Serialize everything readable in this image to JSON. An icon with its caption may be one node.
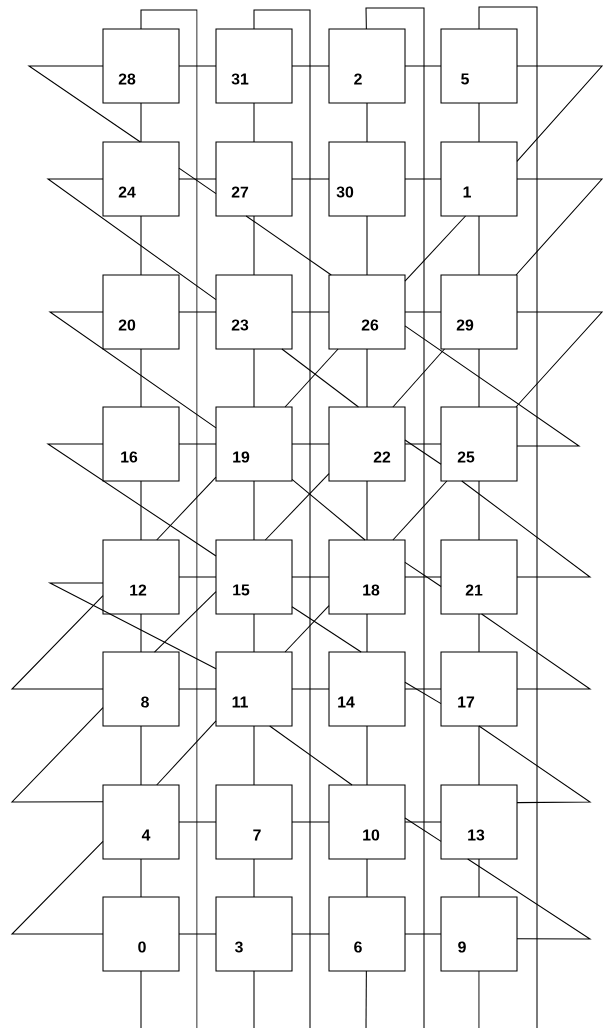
{
  "diagram": {
    "nodes": [
      {
        "text": [
          "28"
        ]
      },
      {
        "text": [
          "31"
        ]
      },
      {
        "text": [
          "2"
        ]
      },
      {
        "text": [
          "5"
        ]
      },
      {
        "text": [
          "24"
        ]
      },
      {
        "text": [
          "27"
        ]
      },
      {
        "text": [
          "30"
        ]
      },
      {
        "text": [
          "1"
        ]
      },
      {
        "text": [
          "20"
        ]
      },
      {
        "text": [
          "23"
        ]
      },
      {
        "text": [
          "26"
        ]
      },
      {
        "text": [
          "29"
        ]
      },
      {
        "text": [
          "16"
        ]
      },
      {
        "text": [
          "19"
        ]
      },
      {
        "text": [
          "22"
        ]
      },
      {
        "text": [
          "25"
        ]
      },
      {
        "text": [
          "12"
        ]
      },
      {
        "text": [
          "15"
        ]
      },
      {
        "text": [
          "18"
        ]
      },
      {
        "text": [
          "21"
        ]
      },
      {
        "text": [
          "8"
        ]
      },
      {
        "text": [
          "11"
        ]
      },
      {
        "text": [
          "14"
        ]
      },
      {
        "text": [
          "17"
        ]
      },
      {
        "text": [
          "4"
        ]
      },
      {
        "text": [
          "7"
        ]
      },
      {
        "text": [
          "10"
        ]
      },
      {
        "text": [
          "13"
        ]
      },
      {
        "text": [
          "0"
        ]
      },
      {
        "text": [
          "3"
        ]
      },
      {
        "text": [
          "6"
        ]
      },
      {
        "text": [
          "9"
        ]
      }
    ],
    "edges": [
      {
        "from": 0,
        "to": 1,
        "arrow": "none"
      },
      {
        "from": 1,
        "to": 2,
        "arrow": "none"
      },
      {
        "from": 2,
        "to": 3,
        "arrow": "none"
      },
      {
        "from": 4,
        "to": 5,
        "arrow": "none"
      },
      {
        "from": 5,
        "to": 6,
        "arrow": "none"
      },
      {
        "from": 6,
        "to": 7,
        "arrow": "none"
      },
      {
        "from": 8,
        "to": 9,
        "arrow": "none"
      },
      {
        "from": 9,
        "to": 10,
        "arrow": "none"
      },
      {
        "from": 10,
        "to": 11,
        "arrow": "none"
      },
      {
        "from": 12,
        "to": 13,
        "arrow": "none"
      },
      {
        "from": 13,
        "to": 14,
        "arrow": "none"
      },
      {
        "from": 14,
        "to": 15,
        "arrow": "none"
      },
      {
        "from": 16,
        "to": 17,
        "arrow": "none"
      },
      {
        "from": 17,
        "to": 18,
        "arrow": "none"
      },
      {
        "from": 18,
        "to": 19,
        "arrow": "none"
      },
      {
        "from": 20,
        "to": 21,
        "arrow": "none"
      },
      {
        "from": 21,
        "to": 22,
        "arrow": "none"
      },
      {
        "from": 22,
        "to": 23,
        "arrow": "none"
      },
      {
        "from": 24,
        "to": 25,
        "arrow": "none"
      },
      {
        "from": 25,
        "to": 26,
        "arrow": "none"
      },
      {
        "from": 26,
        "to": 27,
        "arrow": "none"
      },
      {
        "from": 28,
        "to": 29,
        "arrow": "none"
      },
      {
        "from": 29,
        "to": 30,
        "arrow": "none"
      },
      {
        "from": 30,
        "to": 31,
        "arrow": "none"
      },
      {
        "from": 0,
        "to": 4,
        "arrow": "none"
      },
      {
        "from": 1,
        "to": 5,
        "arrow": "none"
      },
      {
        "from": 2,
        "to": 6,
        "arrow": "none"
      },
      {
        "from": 3,
        "to": 7,
        "arrow": "none"
      },
      {
        "from": 4,
        "to": 8,
        "arrow": "none"
      },
      {
        "from": 5,
        "to": 9,
        "arrow": "none"
      },
      {
        "from": 6,
        "to": 10,
        "arrow": "none"
      },
      {
        "from": 7,
        "to": 11,
        "arrow": "none"
      },
      {
        "from": 8,
        "to": 12,
        "arrow": "none"
      },
      {
        "from": 9,
        "to": 13,
        "arrow": "none"
      },
      {
        "from": 10,
        "to": 14,
        "arrow": "none"
      },
      {
        "from": 11,
        "to": 15,
        "arrow": "none"
      },
      {
        "from": 12,
        "to": 16,
        "arrow": "none"
      },
      {
        "from": 13,
        "to": 17,
        "arrow": "none"
      },
      {
        "from": 14,
        "to": 18,
        "arrow": "none"
      },
      {
        "from": 15,
        "to": 19,
        "arrow": "none"
      },
      {
        "from": 16,
        "to": 20,
        "arrow": "none"
      },
      {
        "from": 17,
        "to": 21,
        "arrow": "none"
      },
      {
        "from": 18,
        "to": 22,
        "arrow": "none"
      },
      {
        "from": 19,
        "to": 23,
        "arrow": "none"
      },
      {
        "from": 20,
        "to": 24,
        "arrow": "none"
      },
      {
        "from": 21,
        "to": 25,
        "arrow": "none"
      },
      {
        "from": 22,
        "to": 26,
        "arrow": "none"
      },
      {
        "from": 23,
        "to": 27,
        "arrow": "none"
      },
      {
        "from": 24,
        "to": 28,
        "arrow": "none"
      },
      {
        "from": 25,
        "to": 29,
        "arrow": "none"
      },
      {
        "from": 26,
        "to": 30,
        "arrow": "none"
      },
      {
        "from": 27,
        "to": 31,
        "arrow": "none"
      },
      {
        "from": 0,
        "to": null,
        "arrow": "none"
      },
      {
        "from": 1,
        "to": null,
        "arrow": "none"
      },
      {
        "from": 2,
        "to": null,
        "arrow": "none"
      },
      {
        "from": 3,
        "to": null,
        "arrow": "none"
      },
      {
        "from": 28,
        "to": null,
        "arrow": "none"
      },
      {
        "from": 29,
        "to": null,
        "arrow": "none"
      },
      {
        "from": 30,
        "to": null,
        "arrow": "none"
      },
      {
        "from": 31,
        "to": null,
        "arrow": "none"
      },
      {
        "from": 0,
        "to": 4,
        "arrow": "none"
      },
      {
        "from": 4,
        "to": 5,
        "arrow": "none"
      },
      {
        "from": 5,
        "to": 10,
        "arrow": "none"
      },
      {
        "from": 4,
        "to": 9,
        "arrow": "none"
      },
      {
        "from": 9,
        "to": 14,
        "arrow": "none"
      },
      {
        "from": 8,
        "to": 13,
        "arrow": "none"
      },
      {
        "from": 13,
        "to": 18,
        "arrow": "none"
      },
      {
        "from": 10,
        "to": 15,
        "arrow": "none"
      },
      {
        "from": 14,
        "to": 15,
        "arrow": "none"
      },
      {
        "from": 15,
        "to": 19,
        "arrow": "none"
      },
      {
        "from": 12,
        "to": 17,
        "arrow": "none"
      },
      {
        "from": 17,
        "to": 22,
        "arrow": "none"
      },
      {
        "from": 18,
        "to": 19,
        "arrow": "none"
      },
      {
        "from": 19,
        "to": 23,
        "arrow": "none"
      },
      {
        "from": 16,
        "to": 21,
        "arrow": "none"
      },
      {
        "from": 21,
        "to": 26,
        "arrow": "none"
      },
      {
        "from": 22,
        "to": 23,
        "arrow": "none"
      },
      {
        "from": 23,
        "to": 27,
        "arrow": "none"
      },
      {
        "from": 26,
        "to": 27,
        "arrow": "none"
      },
      {
        "from": 27,
        "to": 31,
        "arrow": "none"
      },
      {
        "from": 3,
        "to": 7,
        "arrow": "none"
      },
      {
        "from": 7,
        "to": 11,
        "arrow": "none"
      },
      {
        "from": 7,
        "to": 10,
        "arrow": "none"
      },
      {
        "from": 10,
        "to": 13,
        "arrow": "none"
      },
      {
        "from": 11,
        "to": 14,
        "arrow": "none"
      },
      {
        "from": 11,
        "to": 15,
        "arrow": "none"
      },
      {
        "from": 15,
        "to": 18,
        "arrow": "none"
      },
      {
        "from": 13,
        "to": 16,
        "arrow": "none"
      },
      {
        "from": 14,
        "to": 17,
        "arrow": "none"
      },
      {
        "from": 17,
        "to": 20,
        "arrow": "none"
      },
      {
        "from": 16,
        "to": 20,
        "arrow": "none"
      },
      {
        "from": 18,
        "to": 21,
        "arrow": "none"
      },
      {
        "from": 20,
        "to": 24,
        "arrow": "none"
      },
      {
        "from": 21,
        "to": 24,
        "arrow": "none"
      },
      {
        "from": 24,
        "to": 28,
        "arrow": "none"
      }
    ]
  }
}
